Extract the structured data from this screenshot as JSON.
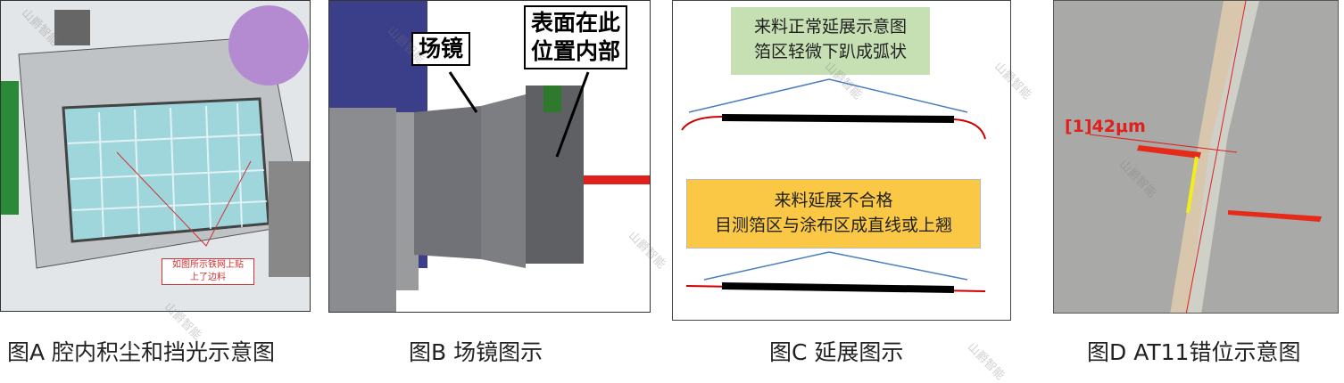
{
  "panels": [
    {
      "caption": "图A 腔内积尘和挡光示意图",
      "note_line1": "如图所示铁网上贴",
      "note_line2": "上了边料"
    },
    {
      "caption": "图B 场镜图示",
      "label_lens": "场镜",
      "label_surface_1": "表面在此",
      "label_surface_2": "位置内部"
    },
    {
      "caption": "图C 延展图示",
      "box_normal_1": "来料正常延展示意图",
      "box_normal_2": "箔区轻微下趴成弧状",
      "box_bad_1": "来料延展不合格",
      "box_bad_2": "目测箔区与涂布区成直线或上翘",
      "colors": {
        "green_box": "#c6e0b4",
        "yellow_box": "#fbc845"
      }
    },
    {
      "caption": "图D AT11错位示意图",
      "measurement": "[1]42μm"
    }
  ],
  "watermark": "山爵智能"
}
